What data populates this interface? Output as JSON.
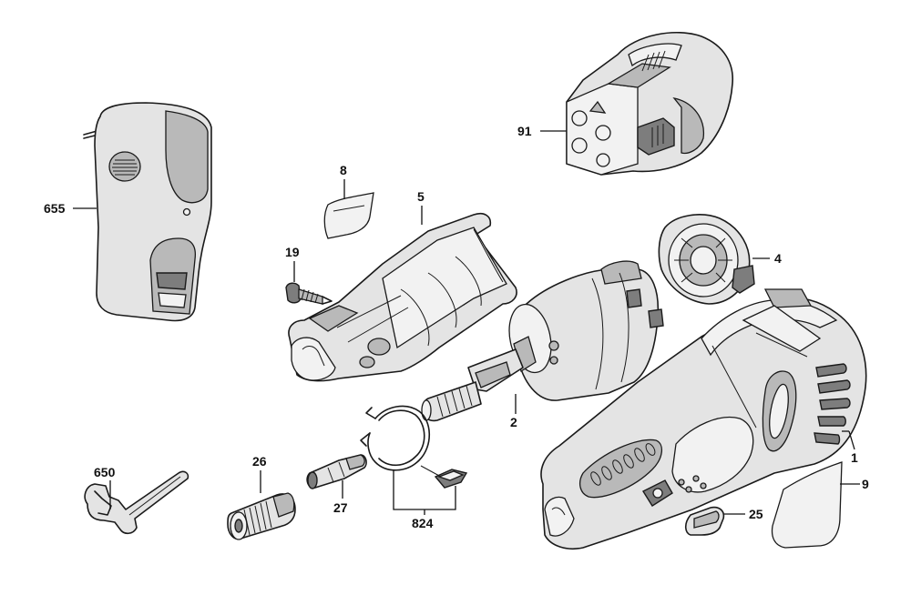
{
  "callouts": {
    "p655": "655",
    "p91": "91",
    "p8": "8",
    "p5": "5",
    "p19": "19",
    "p4": "4",
    "p2": "2",
    "p1": "1",
    "p9": "9",
    "p650": "650",
    "p26": "26",
    "p27": "27",
    "p824": "824",
    "p25": "25"
  },
  "colors": {
    "line": "#1a1a1a",
    "part_fill": "#e4e4e4",
    "shade": "#7d7d7d",
    "background": "#ffffff"
  }
}
